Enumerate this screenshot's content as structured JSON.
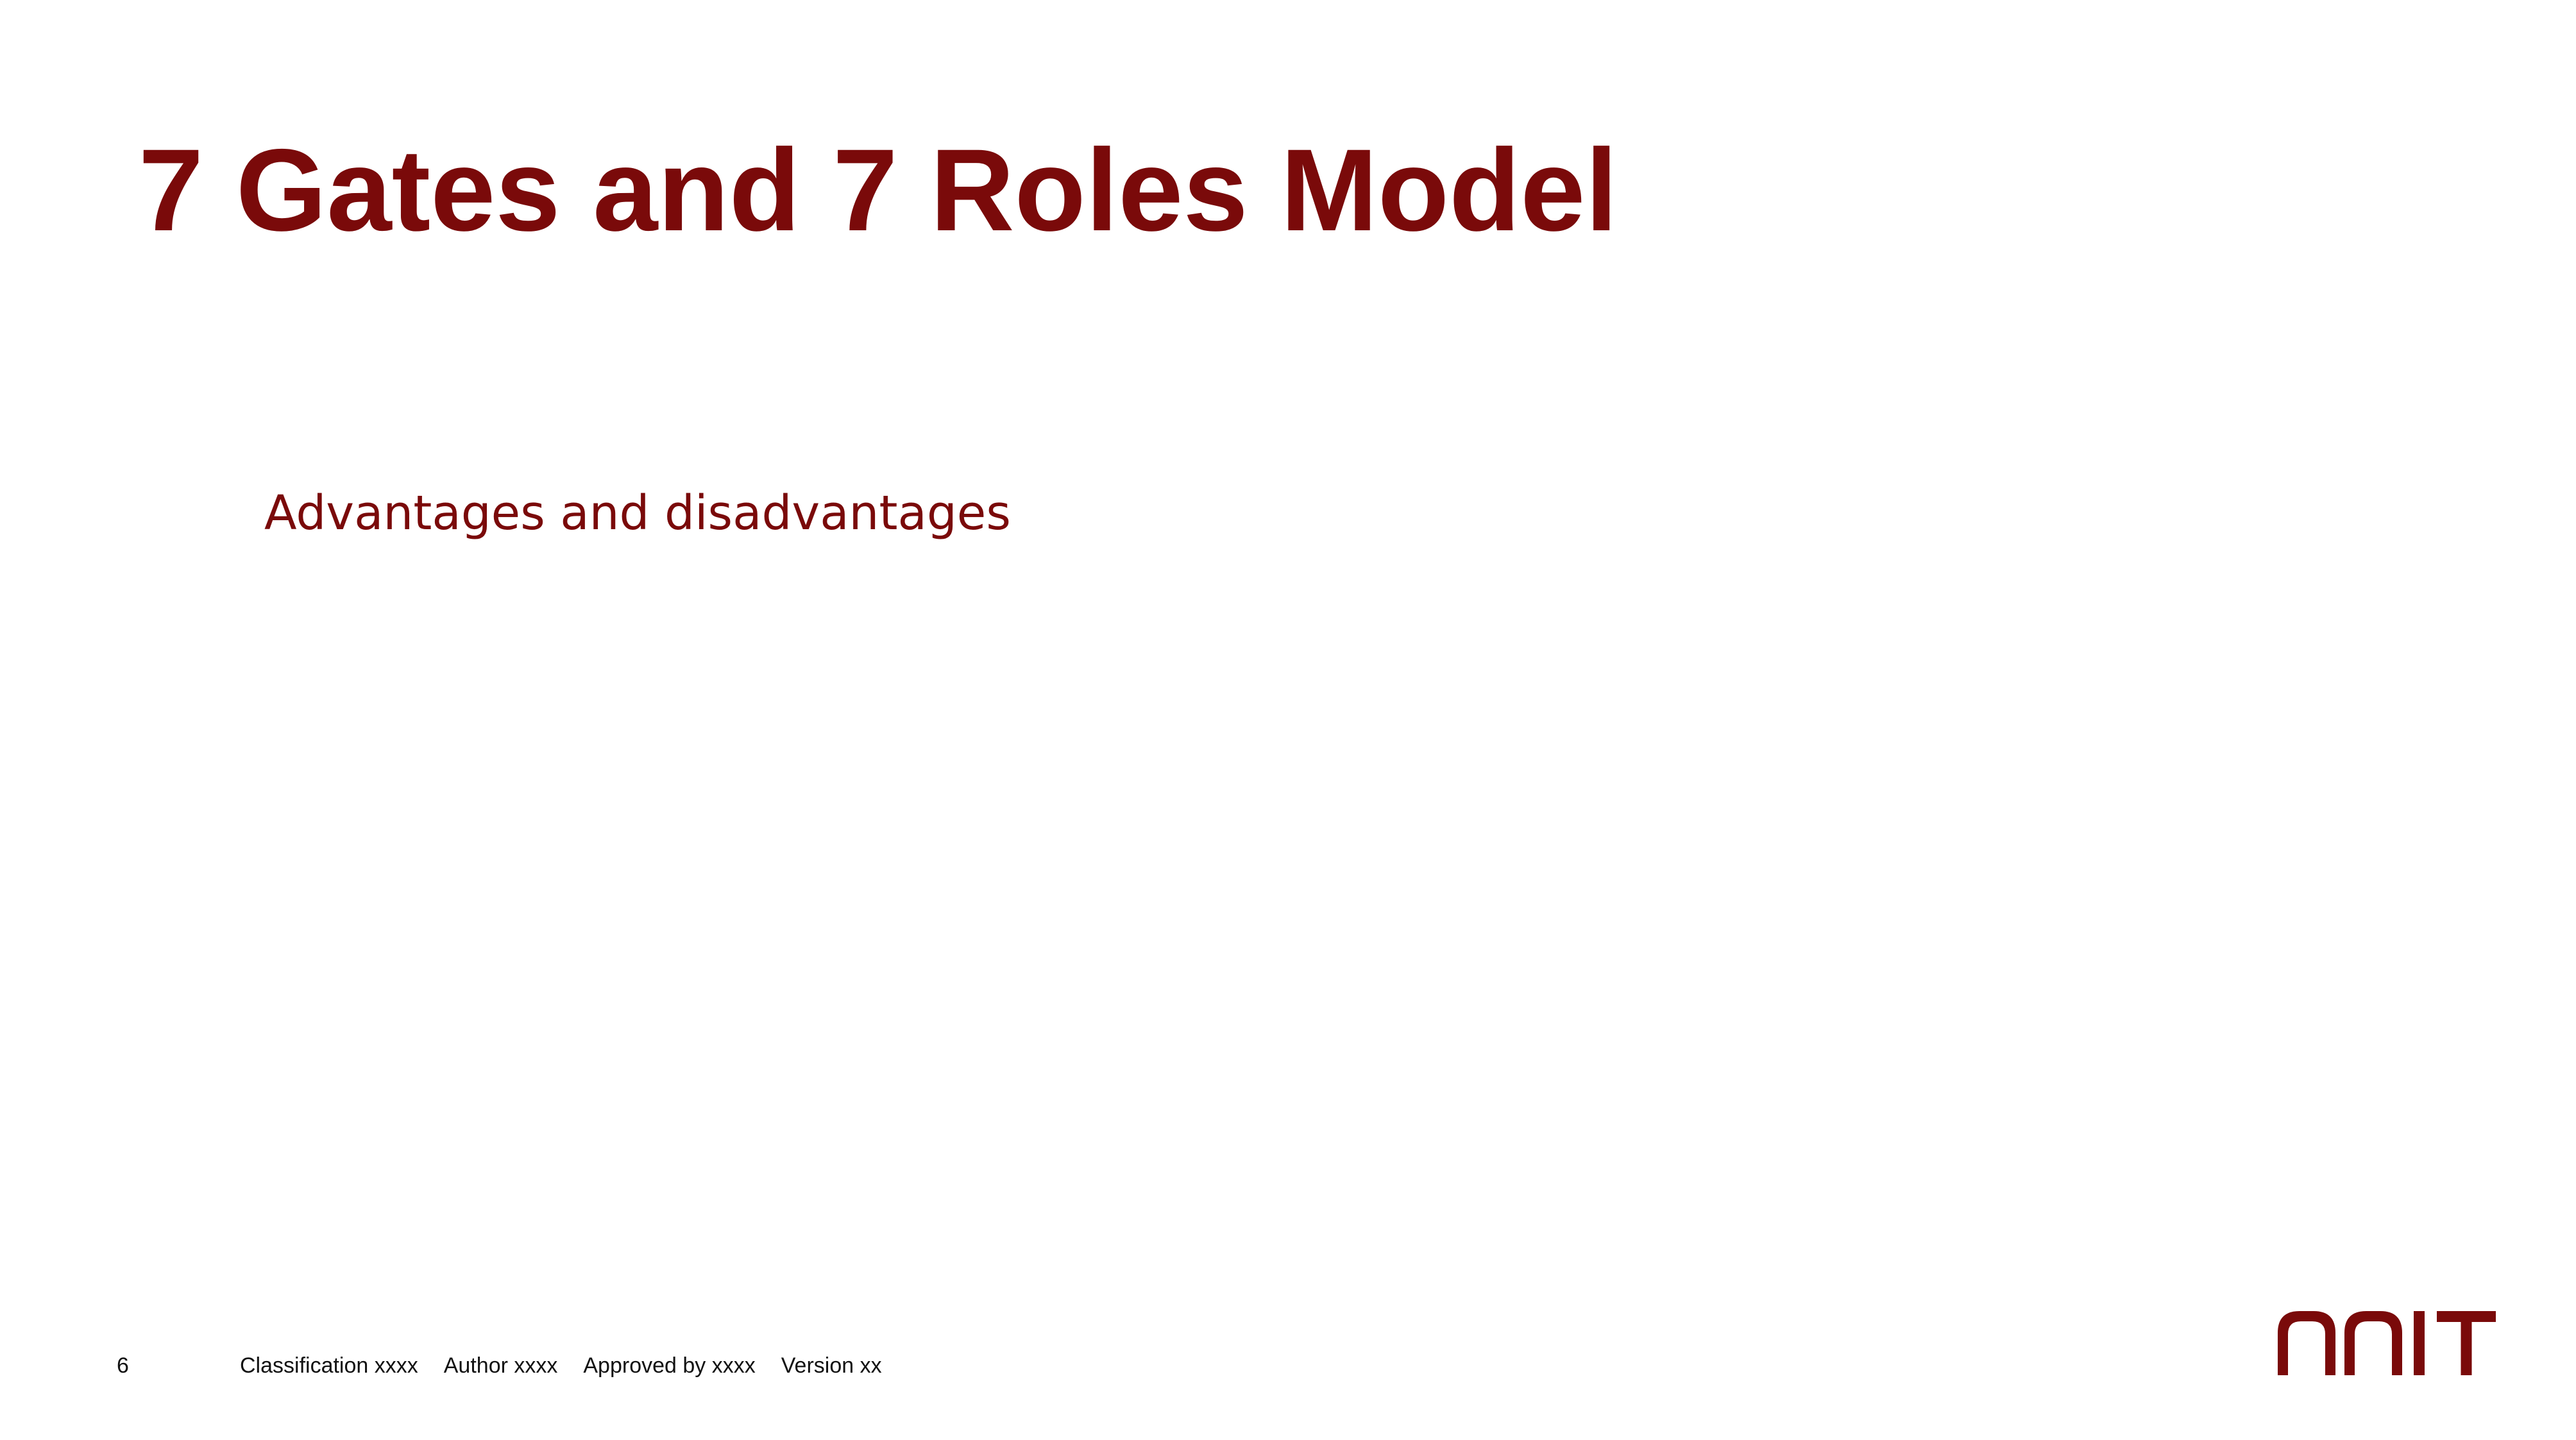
{
  "slide": {
    "title": "7 Gates and 7 Roles Model",
    "subtitle": "Advantages and disadvantages"
  },
  "footer": {
    "page_number": "6",
    "classification": "Classification xxxx",
    "author": "Author xxxx",
    "approved_by": "Approved by xxxx",
    "version": "Version xx"
  },
  "logo": {
    "text": "NNIT",
    "icon": "nnit-logo",
    "color": "#7a0a0a"
  },
  "colors": {
    "accent": "#7a0a0a",
    "footer_text": "#111111",
    "background": "#ffffff"
  }
}
